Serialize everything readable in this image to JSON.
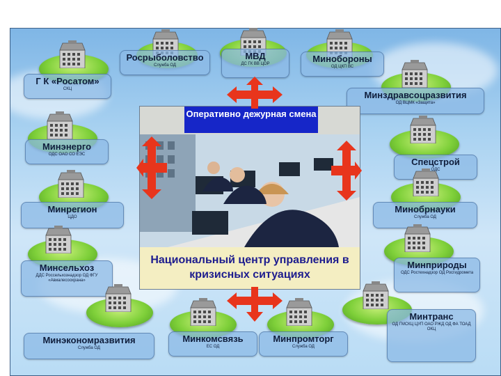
{
  "center": {
    "top_title": "Оперативно дежурная смена",
    "bottom_title": "Национальный центр управления в кризисных ситуациях"
  },
  "nodes": {
    "rosrybolovstvo": {
      "title": "Росрыболовство",
      "sub": "Служба ОД"
    },
    "mvd": {
      "title": "МВД",
      "sub": "ДС ГК ВВ ЦОР"
    },
    "minoborony": {
      "title": "Минобороны",
      "sub": "ОД ЦКП ВС"
    },
    "rosatom": {
      "title": "Г К «Росатом»",
      "sub": "СКЦ"
    },
    "minzdrav": {
      "title": "Минздравсоцразвития",
      "sub": "ОД ВЦМК «Защита»"
    },
    "minenergo": {
      "title": "Минэнерго",
      "sub": "ОДС ОАО СО ЕЭС"
    },
    "spetsstroy": {
      "title": "Спецстрой",
      "sub": "ОДС"
    },
    "minregion": {
      "title": "Минрегион",
      "sub": "ЦДО"
    },
    "minobrnauki": {
      "title": "Минобрнауки",
      "sub": "Служба ОД"
    },
    "minselkhoz": {
      "title": "Минсельхоз",
      "sub": "ДДС Россельхознадзор ОД ФГУ «Авиалесоохрана»"
    },
    "minprirody": {
      "title": "Минприроды",
      "sub": "ОДС Ростехнадзор ОД Росгидромета"
    },
    "mintrans": {
      "title": "Минтранс",
      "sub": "ОД ГМСКЦ ЦУП ОАО РЖД ОД ФА ТОАД ОКЦ"
    },
    "minekonom": {
      "title": "Минэкономразвития",
      "sub": "Служба ОД"
    },
    "minkomsvyaz": {
      "title": "Минкомсвязь",
      "sub": "ЕС ОД"
    },
    "minpromtorg": {
      "title": "Минпромторг",
      "sub": "Служба ОД"
    }
  },
  "colors": {
    "center_title_bg": "#1626c8",
    "arrow": "#e8351c",
    "node_ellipse": "#7fd03a"
  }
}
